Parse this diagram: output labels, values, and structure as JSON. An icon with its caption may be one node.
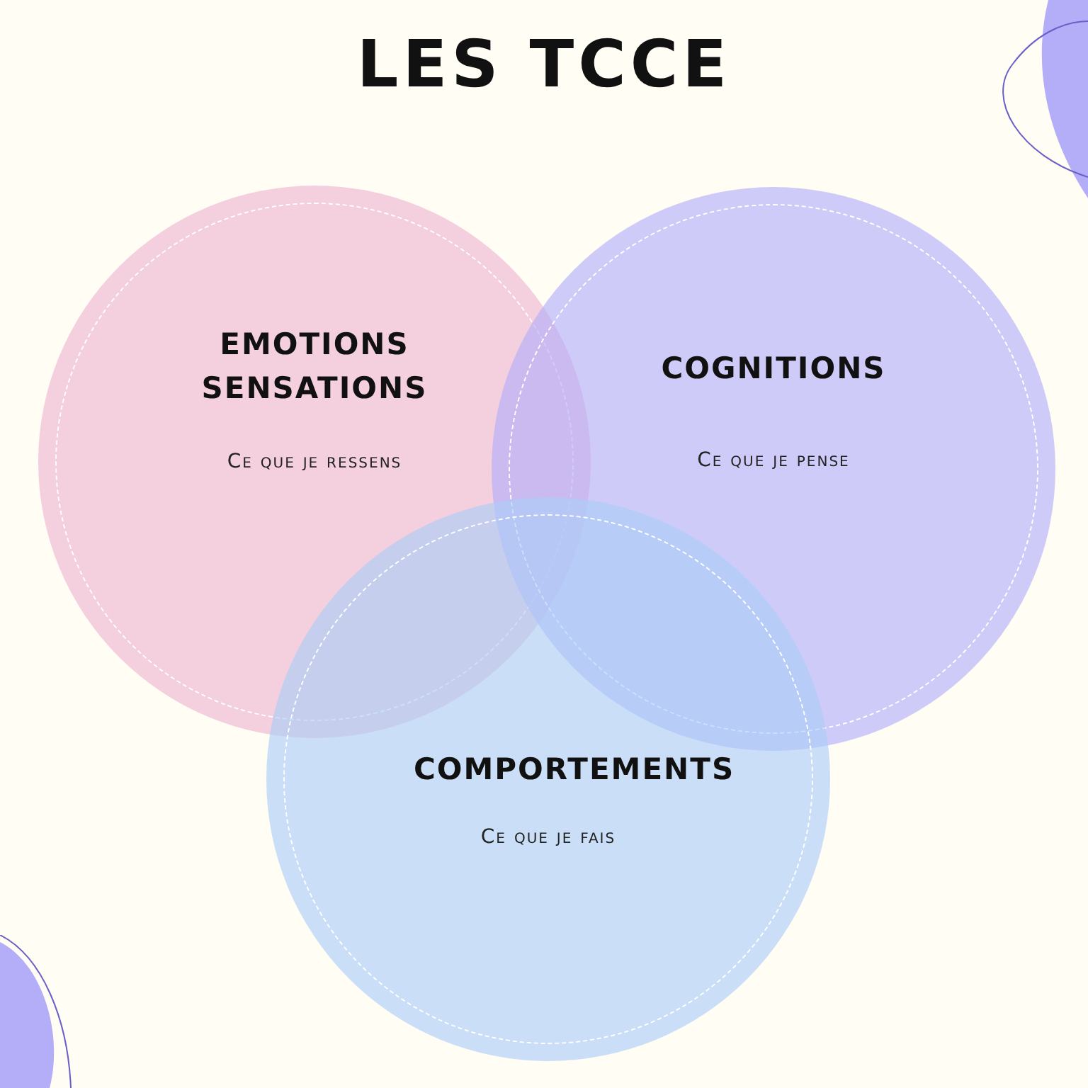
{
  "diagram": {
    "title": "LES TCCE",
    "nodes": [
      {
        "text": [
          "EMOTIONS SENSATIONS",
          "Ce que je ressens"
        ]
      },
      {
        "text": [
          "COGNITIONS",
          "Ce que je pense"
        ]
      },
      {
        "text": [
          "COMPORTEMENTS",
          "Ce que je fais"
        ]
      }
    ]
  }
}
